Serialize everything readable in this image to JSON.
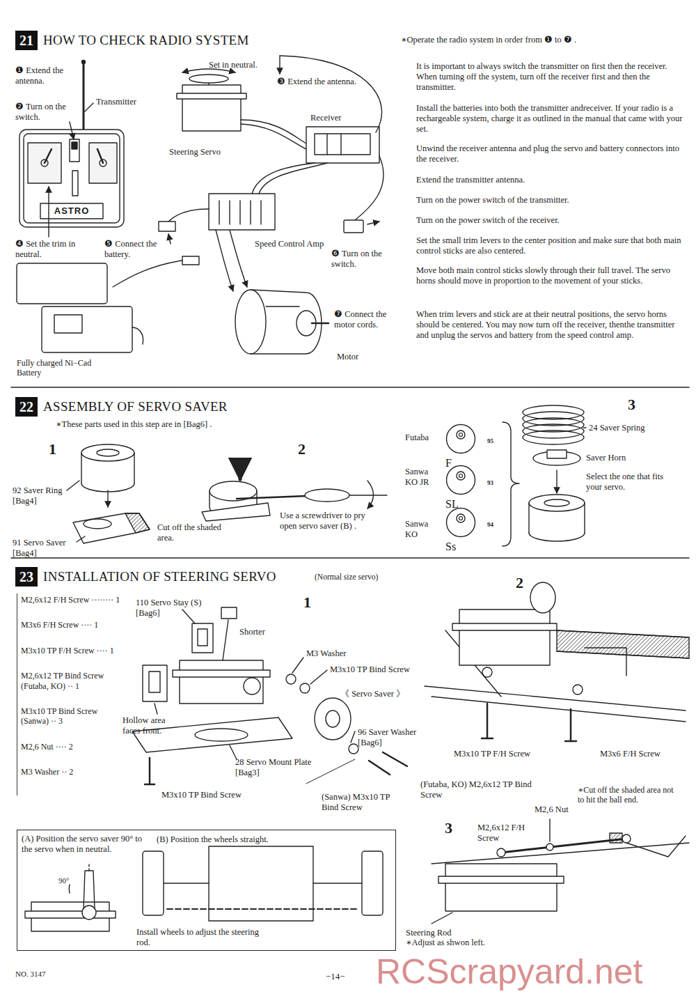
{
  "diagram": {
    "nodes": [
      {
        "text": [
          "21",
          "HOW TO CHECK RADIO SYSTEM"
        ]
      },
      {
        "text": [
          "22",
          "ASSEMBLY OF SERVO SAVER"
        ]
      },
      {
        "text": [
          "23",
          "INSTALLATION OF STEERING SERVO"
        ]
      },
      {
        "text": [
          "F"
        ]
      },
      {
        "text": [
          "SL"
        ]
      },
      {
        "text": [
          "Ss"
        ]
      },
      {
        "text": [
          "M2,6x12 F/H Screw ········ 1",
          "M3x6 F/H Screw ···· 1",
          "M3x10 TP F/H Screw ···· 1",
          "M2,6x12 TP Bind Screw (Futaba, KO) ·· 1",
          "M3x10 TP Bind Screw (Sanwa) ·· 3",
          "M2,6 Nut ···· 2",
          "M3 Washer ·· 2"
        ]
      },
      {
        "text": [
          "(A) Position the servo saver 90° to the servo when in neutral.",
          "(B) Position the wheels straight."
        ]
      }
    ],
    "labels": [
      "∗Operate the radio system in order from ❶ to ❼ .",
      "❶ Extend the antenna.",
      "❷ Turn on the switch.",
      "Transmitter",
      "Set in neutral.",
      "❸ Extend the antenna.",
      "Receiver",
      "Steering Servo",
      "❹ Set the trim in neutral.",
      "❺ Connect the battery.",
      "Speed Control Amp",
      "❻ Turn on the switch.",
      "❼ Connect the motor cords.",
      "Motor",
      "Fully charged Ni−Cad Battery",
      "It is important to always switch the transmitter on first then the receiver. When turning off the system, turn off the receiver first and then the transmitter.",
      "Install the batteries into both the transmitter andreceiver. If your radio is a rechargeable system, charge it as outlined in the manual that came with your set.",
      "Unwind the receiver antenna and plug the servo and battery connectors into the receiver.",
      "Extend the transmitter antenna.",
      "Turn on the power switch of the transmitter.",
      "Turn on the power switch of the receiver.",
      "Set the small trim levers to the center position and make sure that both main control sticks are also centered.",
      "Move both main control sticks slowly through their full travel. The servo horns should move in proportion to the movement of your sticks.",
      "When trim levers and stick are at their neutral positions, the servo horns should be centered. You may now turn off the receiver, thenthe transmitter and unplug the servos and battery from the speed control amp.",
      "ASTRO",
      "∗These parts used in this step are in [Bag6] .",
      "1",
      "2",
      "3",
      "92 Saver Ring [Bag4]",
      "Cut off the shaded area.",
      "Use a screwdriver to pry open servo saver (B) .",
      "91 Servo Saver [Bag4]",
      "Futaba",
      "Sanwa KO JR",
      "Sanwa KO",
      "95",
      "93",
      "94",
      "24 Saver Spring",
      "Saver Horn",
      "Select the one that fits your servo.",
      "(Normal size servo)",
      "110 Servo Stay (S) [Bag6]",
      "1",
      "Shorter",
      "M3 Washer",
      "M3x10 TP Bind Screw",
      "《 Servo Saver 》",
      "Hollow area faces front.",
      "96 Saver Washer [Bag6]",
      "28 Servo Mount Plate [Bag3]",
      "(Futaba, KO) M2,6x12 TP Bind Screw",
      "(Sanwa) M3x10 TP Bind Screw",
      "M3x10 TP Bind Screw",
      "2",
      "M3x10 TP F/H Screw",
      "M3x6 F/H Screw",
      "∗Cut off the shaded area not to hit the ball end.",
      "3",
      "M2,6 Nut",
      "M2,6x12 F/H Screw",
      "Steering Rod",
      "∗Adjust as shwon left.",
      "90°",
      "Install wheels to adjust the steering rod.",
      "NO. 3147",
      "−14−",
      "RCScrapyard.net"
    ]
  }
}
